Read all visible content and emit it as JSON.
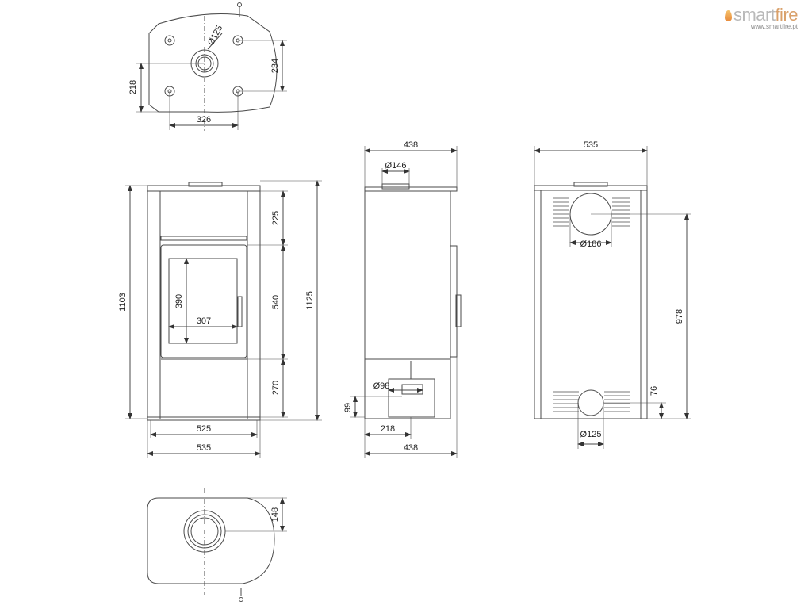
{
  "brand": {
    "name_a": "smart",
    "name_b": "fire",
    "url": "www.smartfire.pt",
    "accent": "#e8893a"
  },
  "colors": {
    "line": "#4a4a4a",
    "dim": "#333333",
    "text": "#222222"
  },
  "top_view": {
    "diameter": "Ø125",
    "dim_depth_left": "218",
    "dim_depth_right": "234",
    "dim_width": "326"
  },
  "front_view": {
    "dim_height_total": "1103",
    "dim_height_outer": "1125",
    "dim_upper": "225",
    "dim_door": "540",
    "dim_lower": "270",
    "dim_glass_h": "390",
    "dim_glass_w": "307",
    "dim_base_w": "525",
    "dim_width": "535"
  },
  "side_view": {
    "dim_width_top": "438",
    "diameter_top": "Ø146",
    "diameter_air": "Ø98",
    "dim_air_h": "99",
    "dim_air_x": "218",
    "dim_width_bottom": "438"
  },
  "back_view": {
    "dim_width": "535",
    "diameter_top": "Ø186",
    "dim_height": "978",
    "dim_low": "76",
    "diameter_bottom": "Ø125"
  },
  "bottom_view": {
    "dim_offset": "148"
  }
}
